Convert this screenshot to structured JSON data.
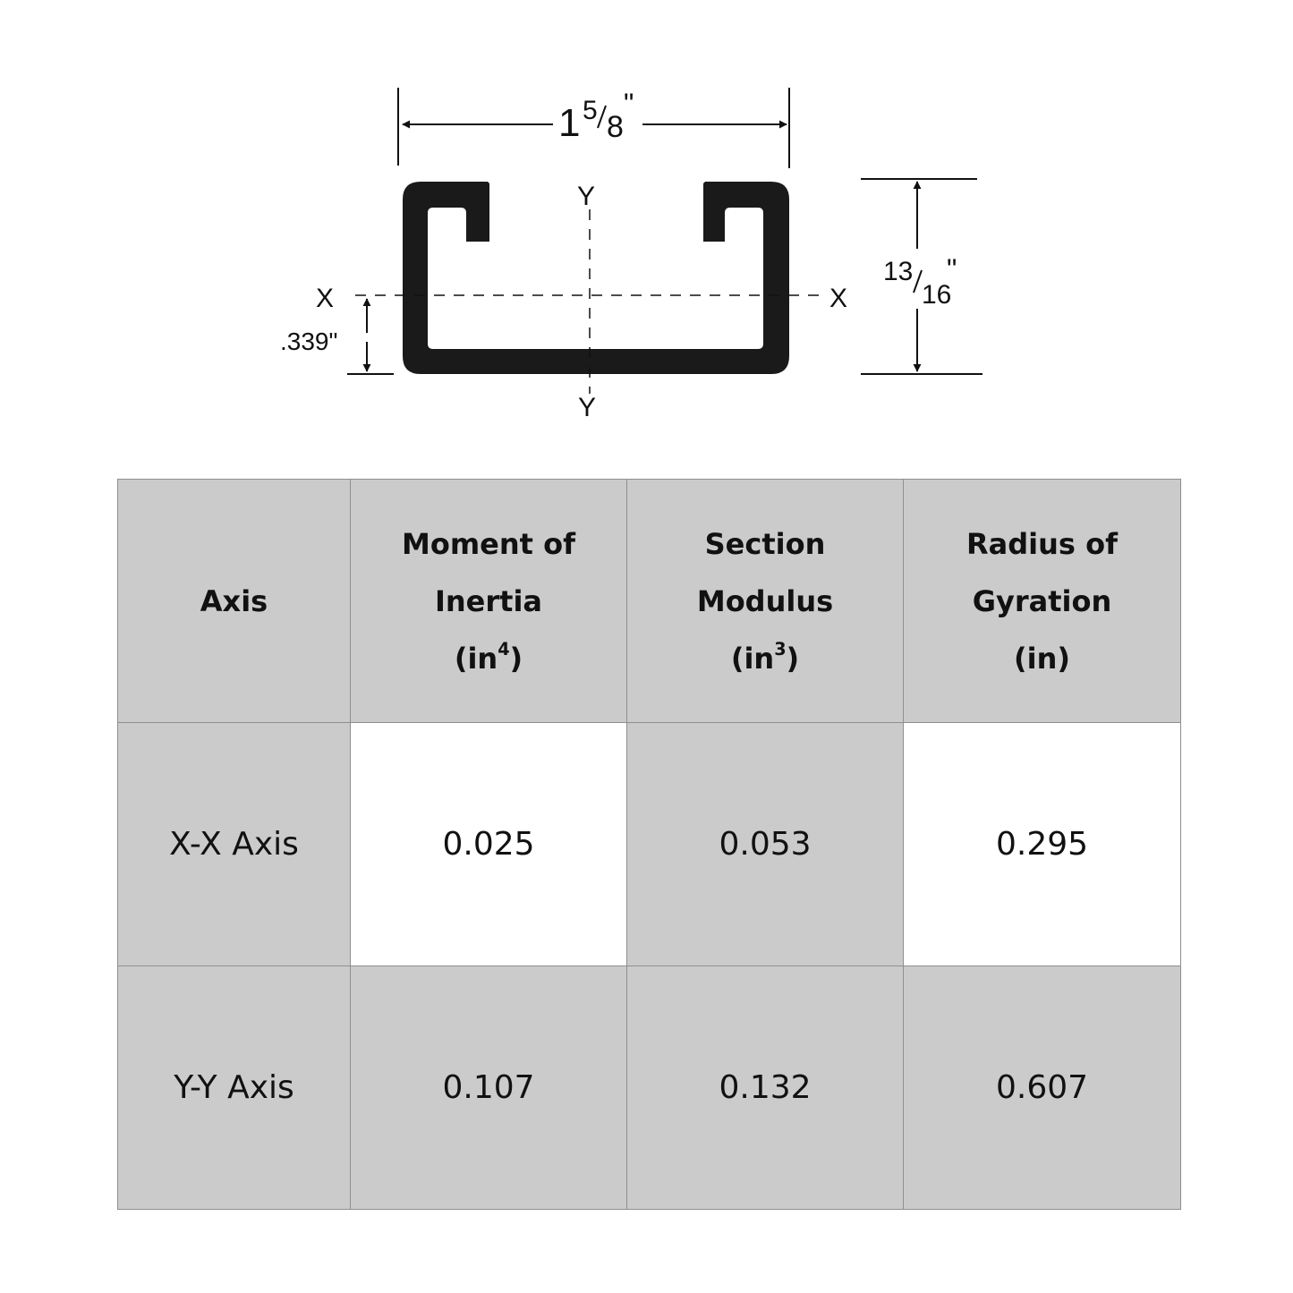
{
  "diagram": {
    "width_label_whole": "1",
    "width_label_num": "5",
    "width_label_den": "8",
    "inch_mark": "\"",
    "height_label_num": "13",
    "height_label_den": "16",
    "axis_y_top": "Y",
    "axis_y_bottom": "Y",
    "axis_x_left": "X",
    "axis_x_right": "X",
    "offset_label": ".339\""
  },
  "table": {
    "headers": {
      "axis": "Axis",
      "moi_line1": "Moment of",
      "moi_line2": "Inertia",
      "moi_unit_pre": "(in",
      "moi_unit_sup": "4",
      "moi_unit_post": ")",
      "sm_line1": "Section",
      "sm_line2": "Modulus",
      "sm_unit_pre": "(in",
      "sm_unit_sup": "3",
      "sm_unit_post": ")",
      "rog_line1": "Radius of",
      "rog_line2": "Gyration",
      "rog_unit": "(in)"
    },
    "rows": [
      {
        "axis": "X-X Axis",
        "moment_of_inertia": "0.025",
        "section_modulus": "0.053",
        "radius_of_gyration": "0.295"
      },
      {
        "axis": "Y-Y Axis",
        "moment_of_inertia": "0.107",
        "section_modulus": "0.132",
        "radius_of_gyration": "0.607"
      }
    ]
  }
}
